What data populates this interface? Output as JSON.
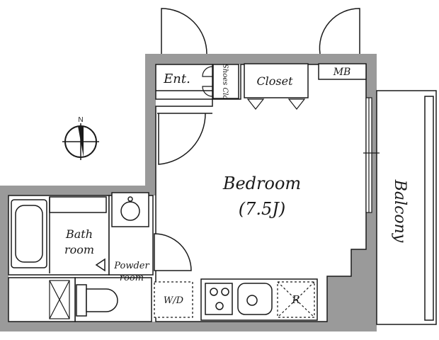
{
  "rooms": {
    "entrance": "Ent.",
    "shoes_closet": "Shoes Clo",
    "closet": "Closet",
    "meter_box": "MB",
    "bedroom": "Bedroom",
    "bedroom_size": "(7.5J)",
    "balcony": "Balcony",
    "bath_line1": "Bath",
    "bath_line2": "room",
    "powder_line1": "Powder",
    "powder_line2": "room",
    "washer": "W/D",
    "refrigerator": "R"
  },
  "compass": {
    "north": "N"
  },
  "colors": {
    "wall": "#9a9a9a",
    "line": "#1a1a1a",
    "floor": "#ffffff"
  }
}
